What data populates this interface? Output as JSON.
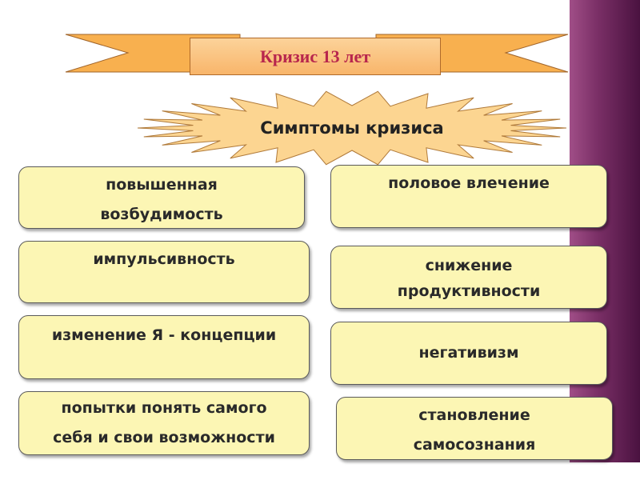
{
  "title": "Кризис 13 лет",
  "subtitle": "Симптомы кризиса",
  "colors": {
    "banner": "#f8b04f",
    "title_text": "#b8264d",
    "card_fill": "#fcf6b4",
    "burst_fill": "#fcd591",
    "side_band": "#7a2f66"
  },
  "cards": {
    "left": [
      [
        "повышенная",
        "возбудимость"
      ],
      [
        "импульсивность"
      ],
      [
        "изменение Я - концепции"
      ],
      [
        "попытки понять самого",
        "себя и свои возможности"
      ]
    ],
    "right": [
      [
        "половое влечение"
      ],
      [
        "снижение",
        "продуктивности"
      ],
      [
        "негативизм"
      ],
      [
        "становление",
        "самосознания"
      ]
    ]
  }
}
